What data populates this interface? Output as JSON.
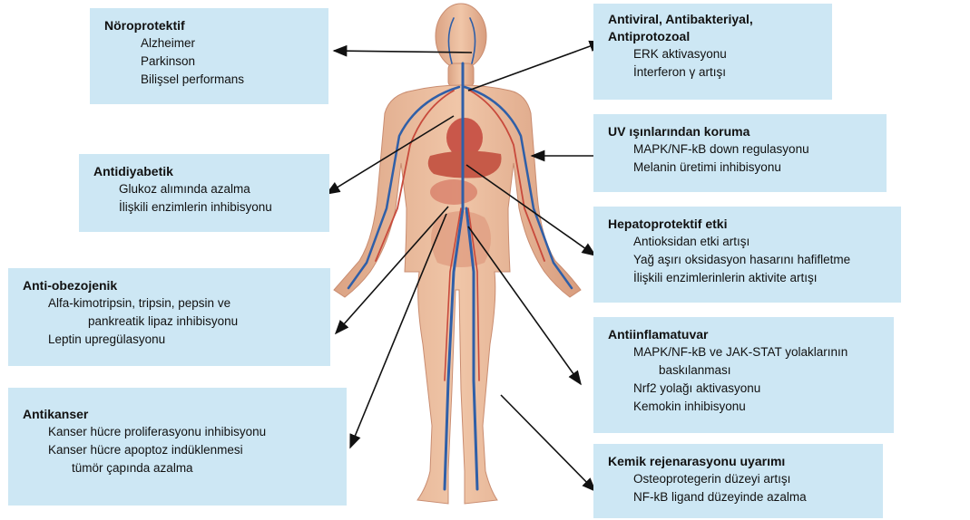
{
  "boxes": {
    "noro": {
      "title": "Nöroprotektif",
      "lines": [
        "Alzheimer",
        "Parkinson",
        "Bilişsel performans"
      ]
    },
    "antiviral": {
      "title_lines": [
        "Antiviral, Antibakteriyal,",
        "Antiprotozoal"
      ],
      "lines": [
        "ERK aktivasyonu",
        "İnterferon γ artışı"
      ]
    },
    "uv": {
      "title": "UV ışınlarından koruma",
      "lines": [
        "MAPK/NF-kB down regulasyonu",
        "Melanin üretimi inhibisyonu"
      ]
    },
    "antidiyabetik": {
      "title": "Antidiyabetik",
      "lines": [
        "Glukoz alımında azalma",
        "İlişkili enzimlerin inhibisyonu"
      ]
    },
    "hepato": {
      "title": "Hepatoprotektif etki",
      "lines": [
        "Antioksidan etki artışı",
        "Yağ aşırı oksidasyon hasarını hafifletme",
        "İlişkili enzimlerinlerin aktivite artışı"
      ]
    },
    "obezo": {
      "title": "Anti-obezojenik",
      "lines": [
        "Alfa-kimotripsin, tripsin, pepsin ve",
        "pankreatik lipaz inhibisyonu",
        "Leptin upregülasyonu"
      ]
    },
    "inflam": {
      "title": "Antiinflamatuvar",
      "lines": [
        "MAPK/NF-kB ve JAK-STAT yolaklarının",
        "baskılanması",
        "Nrf2 yolağı aktivasyonu",
        "Kemokin inhibisyonu"
      ]
    },
    "kanser": {
      "title": "Antikanser",
      "lines": [
        "Kanser hücre proliferasyonu inhibisyonu",
        "Kanser hücre apoptoz indüklenmesi",
        "tümör çapında azalma"
      ]
    },
    "kemik": {
      "title": "Kemik rejenarasyonu uyarımı",
      "lines": [
        "Osteoprotegerin düzeyi artışı",
        "NF-kB ligand düzeyinde azalma"
      ]
    }
  },
  "colors": {
    "box_bg": "#cde7f4",
    "skin": "#e9b99b",
    "vein": "#2f5fa8",
    "artery": "#c84a3c",
    "arrow": "#111111"
  }
}
